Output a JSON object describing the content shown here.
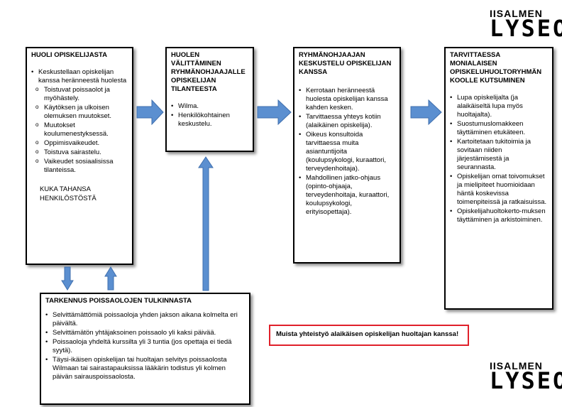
{
  "logo": {
    "line1": "IISALMEN",
    "line2": "LYSEO"
  },
  "box1": {
    "title": "HUOLI OPISKELIJASTA",
    "bullet": "Keskustellaan opiskelijan kanssa heränneestä huolesta",
    "subitems": [
      "Toistuvat poissaolot ja myöhästely.",
      "Käytöksen ja ulkoisen olemuksen muutokset.",
      "Muutokset koulumenestyksessä.",
      "Oppimisvaikeudet.",
      "Toistuva sairastelu.",
      "Vaikeudet sosiaalisissa tilanteissa."
    ],
    "footer": "KUKA TAHANSA HENKILÖSTÖSTÄ"
  },
  "box2": {
    "title": "HUOLEN VÄLITTÄMINEN RYHMÄNOHJAAJALLE OPISKELIJAN TILANTEESTA",
    "items": [
      "Wilma.",
      "Henkilökohtainen keskustelu."
    ]
  },
  "box3": {
    "title": "RYHMÄNOHJAAJAN KESKUSTELU OPISKELIJAN KANSSA",
    "items": [
      "Kerrotaan heränneestä huolesta opiskelijan kanssa kahden kesken.",
      "Tarvittaessa yhteys kotiin (alaikäinen opiskelija).",
      "Oikeus konsultoida tarvittaessa muita asiantuntijoita (koulupsykologi, kuraattori, terveydenhoitaja).",
      "Mahdollinen jatko-ohjaus (opinto-ohjaaja, terveydenhoitaja, kuraattori, koulupsykologi, erityisopettaja)."
    ]
  },
  "box4": {
    "title": "TARVITTAESSA MONIALAISEN OPISKELUHUOLTORYHMÄN KOOLLE KUTSUMINEN",
    "items": [
      "Lupa opiskelijalta (ja alaikäiseltä lupa myös huoltajalta).",
      "Suostumuslomakkeen täyttäminen etukäteen.",
      "Kartoitetaan tukitoimia ja sovitaan niiden järjestämisestä ja seurannasta.",
      "Opiskelijan omat toivomukset ja mielipiteet huomioidaan häntä koskevissa toimenpiteissä ja ratkaisuissa.",
      "Opiskelijahuoltokerto-muksen täyttäminen ja arkistoiminen."
    ]
  },
  "box5": {
    "title": "TARKENNUS POISSAOLOJEN TULKINNASTA",
    "items": [
      "Selvittämättömiä poissaoloja yhden jakson aikana kolmelta eri päivältä.",
      "Selvittämätön yhtäjaksoinen poissaolo yli kaksi päivää.",
      "Poissaoloja yhdeltä kurssilta yli 3 tuntia (jos opettaja ei tiedä syytä).",
      "Täysi-ikäisen opiskelijan tai huoltajan selvitys poissaolosta Wilmaan tai sairastapauksissa lääkärin todistus yli kolmen päivän sairauspoissaolosta."
    ]
  },
  "note": "Muista yhteistyö alaikäisen opiskelijan huoltajan kanssa!",
  "colors": {
    "arrow": "#5b8fd0",
    "arrow_stroke": "#3f6fae",
    "note_border": "#e0202a"
  }
}
